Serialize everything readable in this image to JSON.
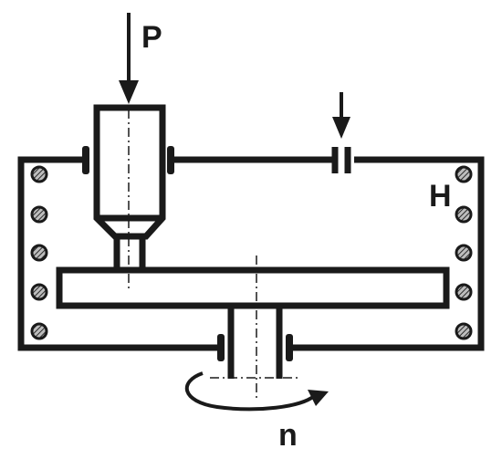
{
  "diagram": {
    "labels": {
      "load": "P",
      "heater": "H",
      "rotation": "n"
    },
    "colors": {
      "stroke": "#1a1a1a",
      "fill": "#ffffff",
      "heater_dot": "#6f6f6f"
    }
  }
}
